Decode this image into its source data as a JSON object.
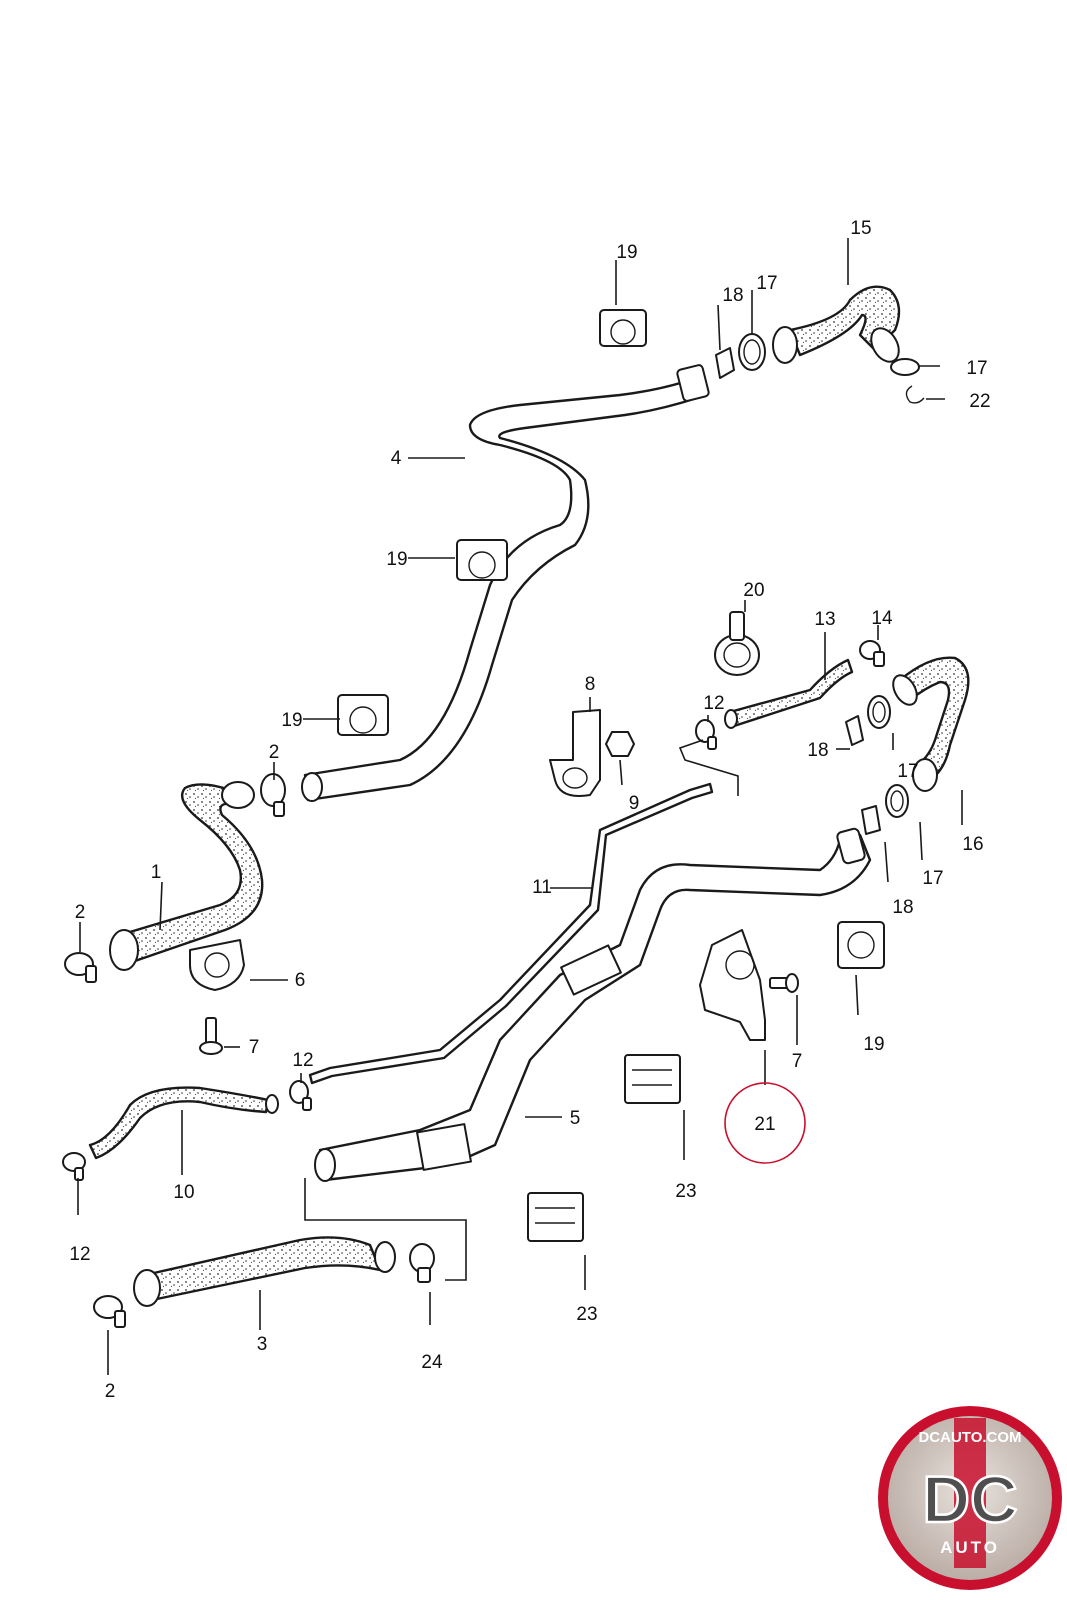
{
  "callouts": {
    "c1": "1",
    "c2a": "2",
    "c2b": "2",
    "c2c": "2",
    "c3": "3",
    "c4": "4",
    "c5": "5",
    "c6": "6",
    "c7a": "7",
    "c7b": "7",
    "c8": "8",
    "c9": "9",
    "c10": "10",
    "c11": "11",
    "c12a": "12",
    "c12b": "12",
    "c12c": "12",
    "c13": "13",
    "c14": "14",
    "c15": "15",
    "c16": "16",
    "c17a": "17",
    "c17b": "17",
    "c17c": "17",
    "c17d": "17",
    "c18a": "18",
    "c18b": "18",
    "c18c": "18",
    "c19a": "19",
    "c19b": "19",
    "c19c": "19",
    "c19d": "19",
    "c20": "20",
    "c21": "21",
    "c22": "22",
    "c23a": "23",
    "c23b": "23",
    "c24": "24"
  },
  "highlighted_part": "21",
  "colors": {
    "line": "#1a1a1a",
    "highlight": "#c8102e",
    "logo_ring": "#c8102e",
    "logo_fill": "#5a5a5a"
  },
  "logo": {
    "top_text": "DCAUTO.COM",
    "letters": "DC",
    "bottom_text": "AUTO"
  }
}
